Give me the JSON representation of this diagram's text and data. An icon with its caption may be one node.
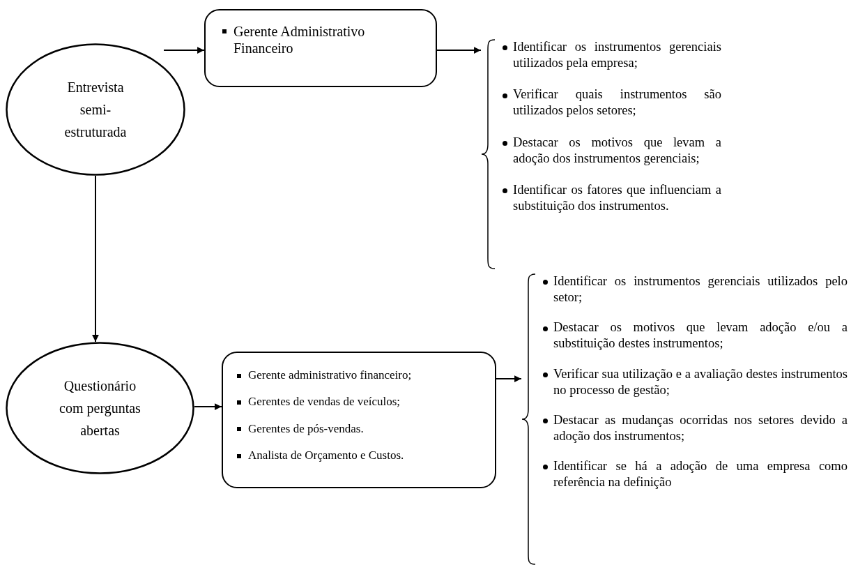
{
  "diagram": {
    "nodes": [
      {
        "text": [
          "Entrevista semi-estruturada"
        ]
      },
      {
        "text": [
          "Gerente Administrativo Financeiro"
        ]
      },
      {
        "text": [
          "Identificar os instrumentos gerenciais utilizados pela empresa;",
          "Verificar quais instrumentos são utilizados pelos setores;",
          "Destacar os motivos que levam a adoção dos instrumentos gerenciais;",
          "Identificar os fatores que influenciam a substituição dos instrumentos."
        ]
      },
      {
        "text": [
          "Questionário com perguntas abertas"
        ]
      },
      {
        "text": [
          "Gerente administrativo financeiro;",
          "Gerentes de vendas de veículos;",
          "Gerentes de pós-vendas.",
          "Analista de Orçamento e Custos."
        ]
      },
      {
        "text": [
          "Identificar os instrumentos gerenciais utilizados pelo setor;",
          "Destacar os motivos que levam adoção e/ou a substituição destes instrumentos;",
          "Verificar sua utilização e a avaliação destes instrumentos no processo de gestão;",
          "Destacar as mudanças ocorridas nos setores devido a adoção dos instrumentos;",
          "Identificar se há a adoção de uma empresa como referência na definição"
        ]
      }
    ],
    "edges": [
      {
        "from": 0,
        "to": 1,
        "arrow": "to"
      },
      {
        "from": 1,
        "to": 2,
        "arrow": "to"
      },
      {
        "from": 0,
        "to": 3,
        "arrow": "to"
      },
      {
        "from": 3,
        "to": 4,
        "arrow": "to"
      },
      {
        "from": 4,
        "to": 5,
        "arrow": "to"
      }
    ]
  }
}
